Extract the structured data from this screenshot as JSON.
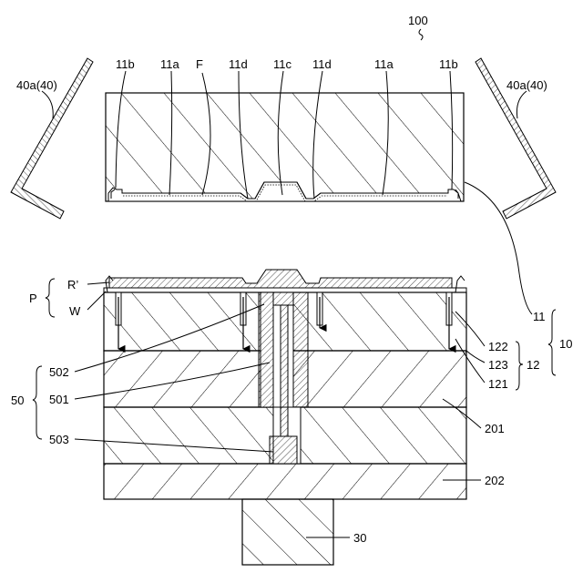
{
  "labels": {
    "fig_ref": "100",
    "l11b_left": "11b",
    "l11a_left": "11a",
    "lF": "F",
    "l11d_left": "11d",
    "l11c": "11c",
    "l11d_right": "11d",
    "l11a_right": "11a",
    "l11b_right": "11b",
    "l40a_left": "40a(40)",
    "l40a_right": "40a(40)",
    "lP": "P",
    "lR": "R’",
    "lW": "W",
    "l11": "11",
    "l10": "10",
    "l122": "122",
    "l123": "123",
    "l121": "121",
    "l12": "12",
    "l502": "502",
    "l501": "501",
    "l50": "50",
    "l503": "503",
    "l201": "201",
    "l202": "202",
    "l30": "30"
  }
}
